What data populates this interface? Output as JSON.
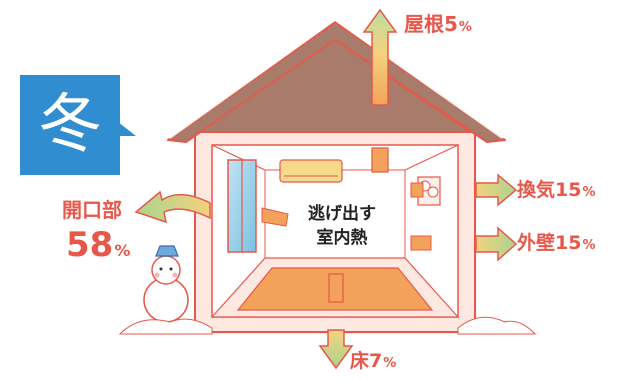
{
  "season": "冬",
  "center_label": [
    "逃げ出す",
    "室内熱"
  ],
  "heat_loss": [
    {
      "part": "屋根",
      "value": "5",
      "unit": "%"
    },
    {
      "part": "換気",
      "value": "15",
      "unit": "%"
    },
    {
      "part": "外壁",
      "value": "15",
      "unit": "%"
    },
    {
      "part": "床",
      "value": "7",
      "unit": "%"
    },
    {
      "part": "開口部",
      "value": "58",
      "unit": "%"
    }
  ],
  "colors": {
    "label_red": "#e8584a",
    "badge_blue": "#2f8dd0",
    "roof_brown": "#a97b6a",
    "outline_red": "#e8584a",
    "arrow_orange": "#f0a04b",
    "arrow_green": "#a8d08d",
    "floor_orange": "#f4a261",
    "snow": "#ffffff"
  }
}
